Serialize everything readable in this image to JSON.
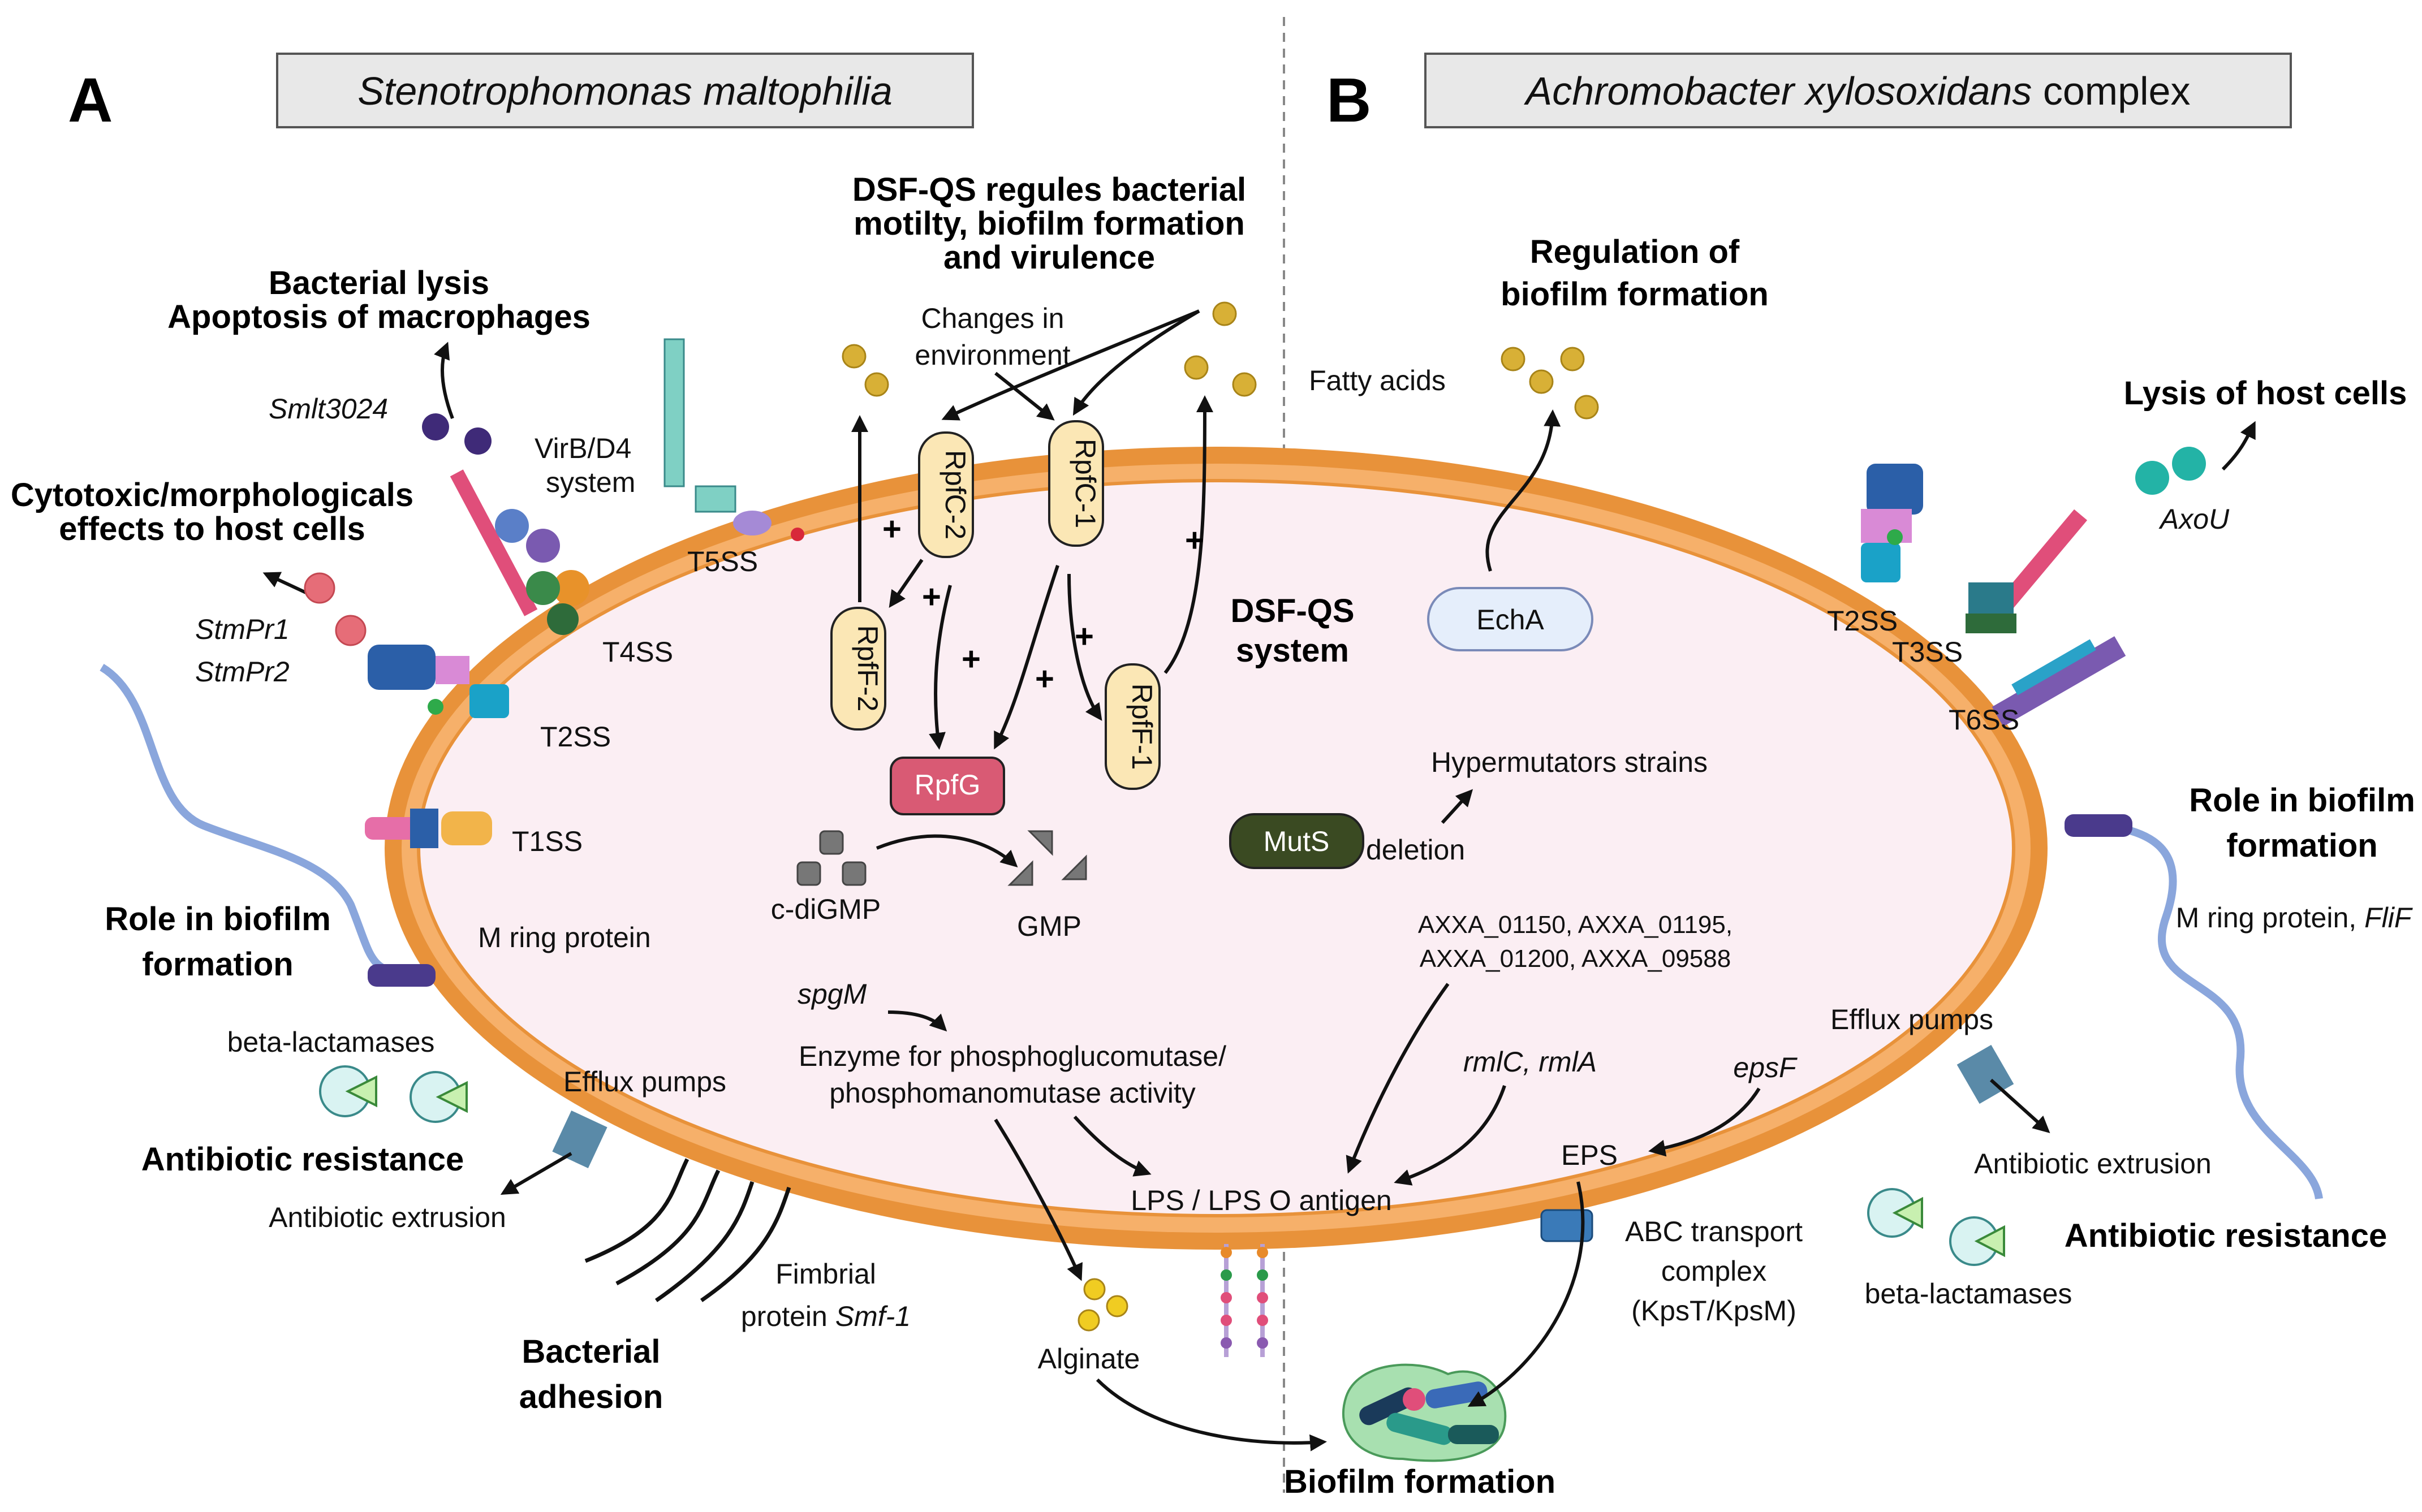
{
  "panels": {
    "a": {
      "letter": "A",
      "title": "Stenotrophomonas maltophilia"
    },
    "b": {
      "letter": "B",
      "title_italic": "Achromobacter xylosoxidans",
      "title_rest": " complex"
    }
  },
  "left": {
    "bacterial_lysis": "Bacterial lysis",
    "apoptosis": "Apoptosis of macrophages",
    "smlt3024": "Smlt3024",
    "cytotoxic_1": "Cytotoxic/morphologicals",
    "cytotoxic_2": "effects to host cells",
    "stmpr1": "StmPr1",
    "stmpr2": "StmPr2",
    "virb_1": "VirB/D4",
    "virb_2": "system",
    "t5ss": "T5SS",
    "t4ss": "T4SS",
    "t2ss": "T2SS",
    "t1ss": "T1SS",
    "role_biofilm_1": "Role in biofilm",
    "role_biofilm_2": "formation",
    "m_ring": "M ring protein",
    "beta_lactamases": "beta-lactamases",
    "efflux": "Efflux pumps",
    "antibiotic_resistance": "Antibiotic resistance",
    "extrusion": "Antibiotic extrusion",
    "fimbrial_1": "Fimbrial",
    "fimbrial_2a": "protein ",
    "fimbrial_2b": "Smf-1",
    "adhesion_1": "Bacterial",
    "adhesion_2": "adhesion"
  },
  "center": {
    "dsf_1": "DSF-QS regules bacterial",
    "dsf_2": "motilty, biofilm formation",
    "dsf_3": "and virulence",
    "changes_1": "Changes in",
    "changes_2": "environment",
    "fatty_acids": "Fatty acids",
    "rpfc2": "RpfC-2",
    "rpfc1": "RpfC-1",
    "rpff2": "RpfF-2",
    "rpff1": "RpfF-1",
    "rpfg": "RpfG",
    "plus": "+",
    "dsfqs_1": "DSF-QS",
    "dsfqs_2": "system",
    "cdigmp": "c-diGMP",
    "gmp": "GMP",
    "spgm": "spgM",
    "enzyme_1": "Enzyme for phosphoglucomutase/",
    "enzyme_2": "phosphomanomutase activity",
    "lps": "LPS / LPS O antigen",
    "alginate": "Alginate",
    "biofilm_formation": "Biofilm formation"
  },
  "right": {
    "regulation_1": "Regulation of",
    "regulation_2": "biofilm formation",
    "echa": "EchA",
    "mutS": "MutS",
    "deletion": "deletion",
    "hypermutators": "Hypermutators strains",
    "axxa_1": "AXXA_01150, AXXA_01195,",
    "axxa_2": "AXXA_01200, AXXA_09588",
    "rmlc": "rmlC, rmlA",
    "epsf": "epsF",
    "eps": "EPS",
    "abc_1": "ABC transport",
    "abc_2": "complex",
    "abc_3": "(KpsT/KpsM)",
    "lysis": "Lysis of host cells",
    "axou": "AxoU",
    "t2ss": "T2SS",
    "t3ss": "T3SS",
    "t6ss": "T6SS",
    "role_biofilm_1": "Role in biofilm",
    "role_biofilm_2": "formation",
    "m_ring_a": "M ring protein, ",
    "m_ring_b": "FliF",
    "efflux": "Efflux pumps",
    "extrusion": "Antibiotic extrusion",
    "antibiotic_resistance": "Antibiotic resistance",
    "beta_lactamases": "beta-lactamases"
  },
  "colors": {
    "membrane": "#e8923a",
    "cytoplasm": "#fbeef3",
    "dsf_molecule": "#d8b036",
    "rpfg": "#d95a74",
    "rpf_box": "#fbe7b5",
    "muts": "#3a4a22",
    "echa": "#e5eefb",
    "axou": "#23b3a6",
    "stmpr": "#e66d78",
    "smlt3024": "#3f2a78"
  }
}
